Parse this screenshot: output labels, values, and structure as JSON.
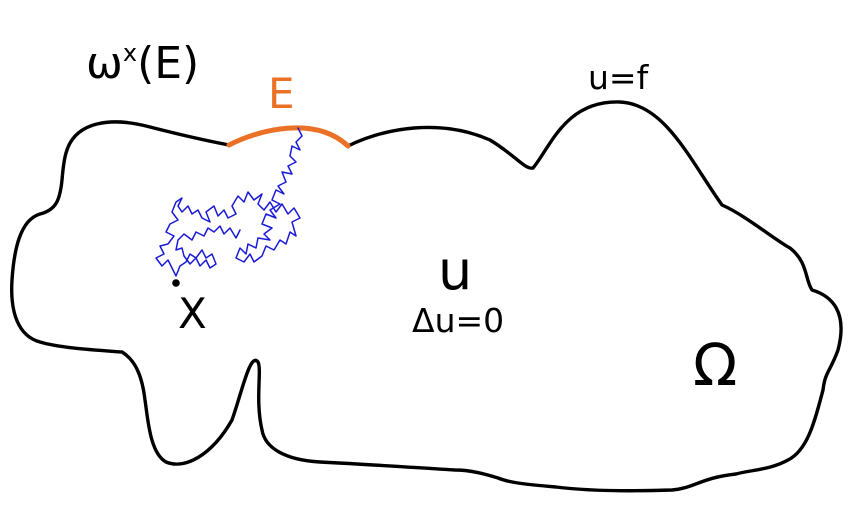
{
  "labels": {
    "harmonic_measure_base": "ω",
    "harmonic_measure_superscript": "x",
    "harmonic_measure_arg": "(E)",
    "boundary_set": "E",
    "boundary_condition": "u=f",
    "function": "u",
    "laplace_equation": "Δu=0",
    "start_point": "X",
    "domain": "Ω"
  },
  "colors": {
    "outline": "#000000",
    "boundary_set": "#ea7125",
    "brownian_path": "#1a1ad6",
    "text": "#000000",
    "text_highlight": "#ea7125"
  }
}
